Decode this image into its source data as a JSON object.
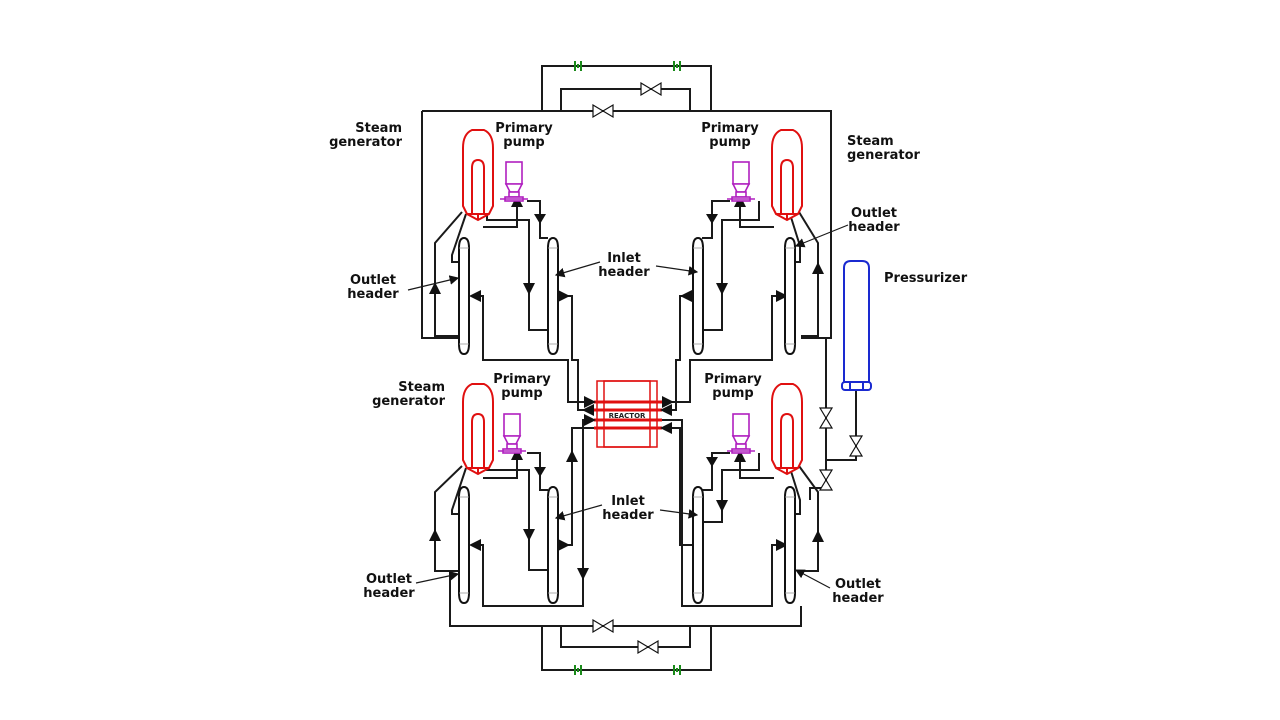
{
  "diagram": {
    "title": "PHWR primary heat transport system",
    "colors": {
      "steam_generator": "#e01010",
      "primary_pump": "#b020c0",
      "pressurizer": "#1a2ad0",
      "orifice": "#1a8a1a",
      "pipe": "#1a1a1a"
    },
    "reactor_label": "REACTOR",
    "labels": {
      "tl_sg": [
        "Steam",
        "generator"
      ],
      "tl_pump": [
        "Primary",
        "pump"
      ],
      "tl_outlet": [
        "Outlet",
        "header"
      ],
      "top_inlet": [
        "Inlet",
        "header"
      ],
      "tr_pump": [
        "Primary",
        "pump"
      ],
      "tr_sg": [
        "Steam",
        "generator"
      ],
      "tr_outlet": [
        "Outlet",
        "header"
      ],
      "pressurizer": "Pressurizer",
      "bl_sg": [
        "Steam",
        "generator"
      ],
      "bl_pump": [
        "Primary",
        "pump"
      ],
      "bl_outlet": [
        "Outlet",
        "header"
      ],
      "bottom_inlet": [
        "Inlet",
        "header"
      ],
      "br_pump": [
        "Primary",
        "pump"
      ],
      "br_outlet": [
        "Outlet",
        "header"
      ]
    },
    "components": [
      "steam-generator-top-left",
      "steam-generator-top-right",
      "steam-generator-bottom-left",
      "steam-generator-bottom-right",
      "primary-pump-top-left",
      "primary-pump-top-right",
      "primary-pump-bottom-left",
      "primary-pump-bottom-right",
      "outlet-header-x4",
      "inlet-header-x4",
      "reactor",
      "pressurizer",
      "isolation-valves",
      "orifices"
    ]
  }
}
